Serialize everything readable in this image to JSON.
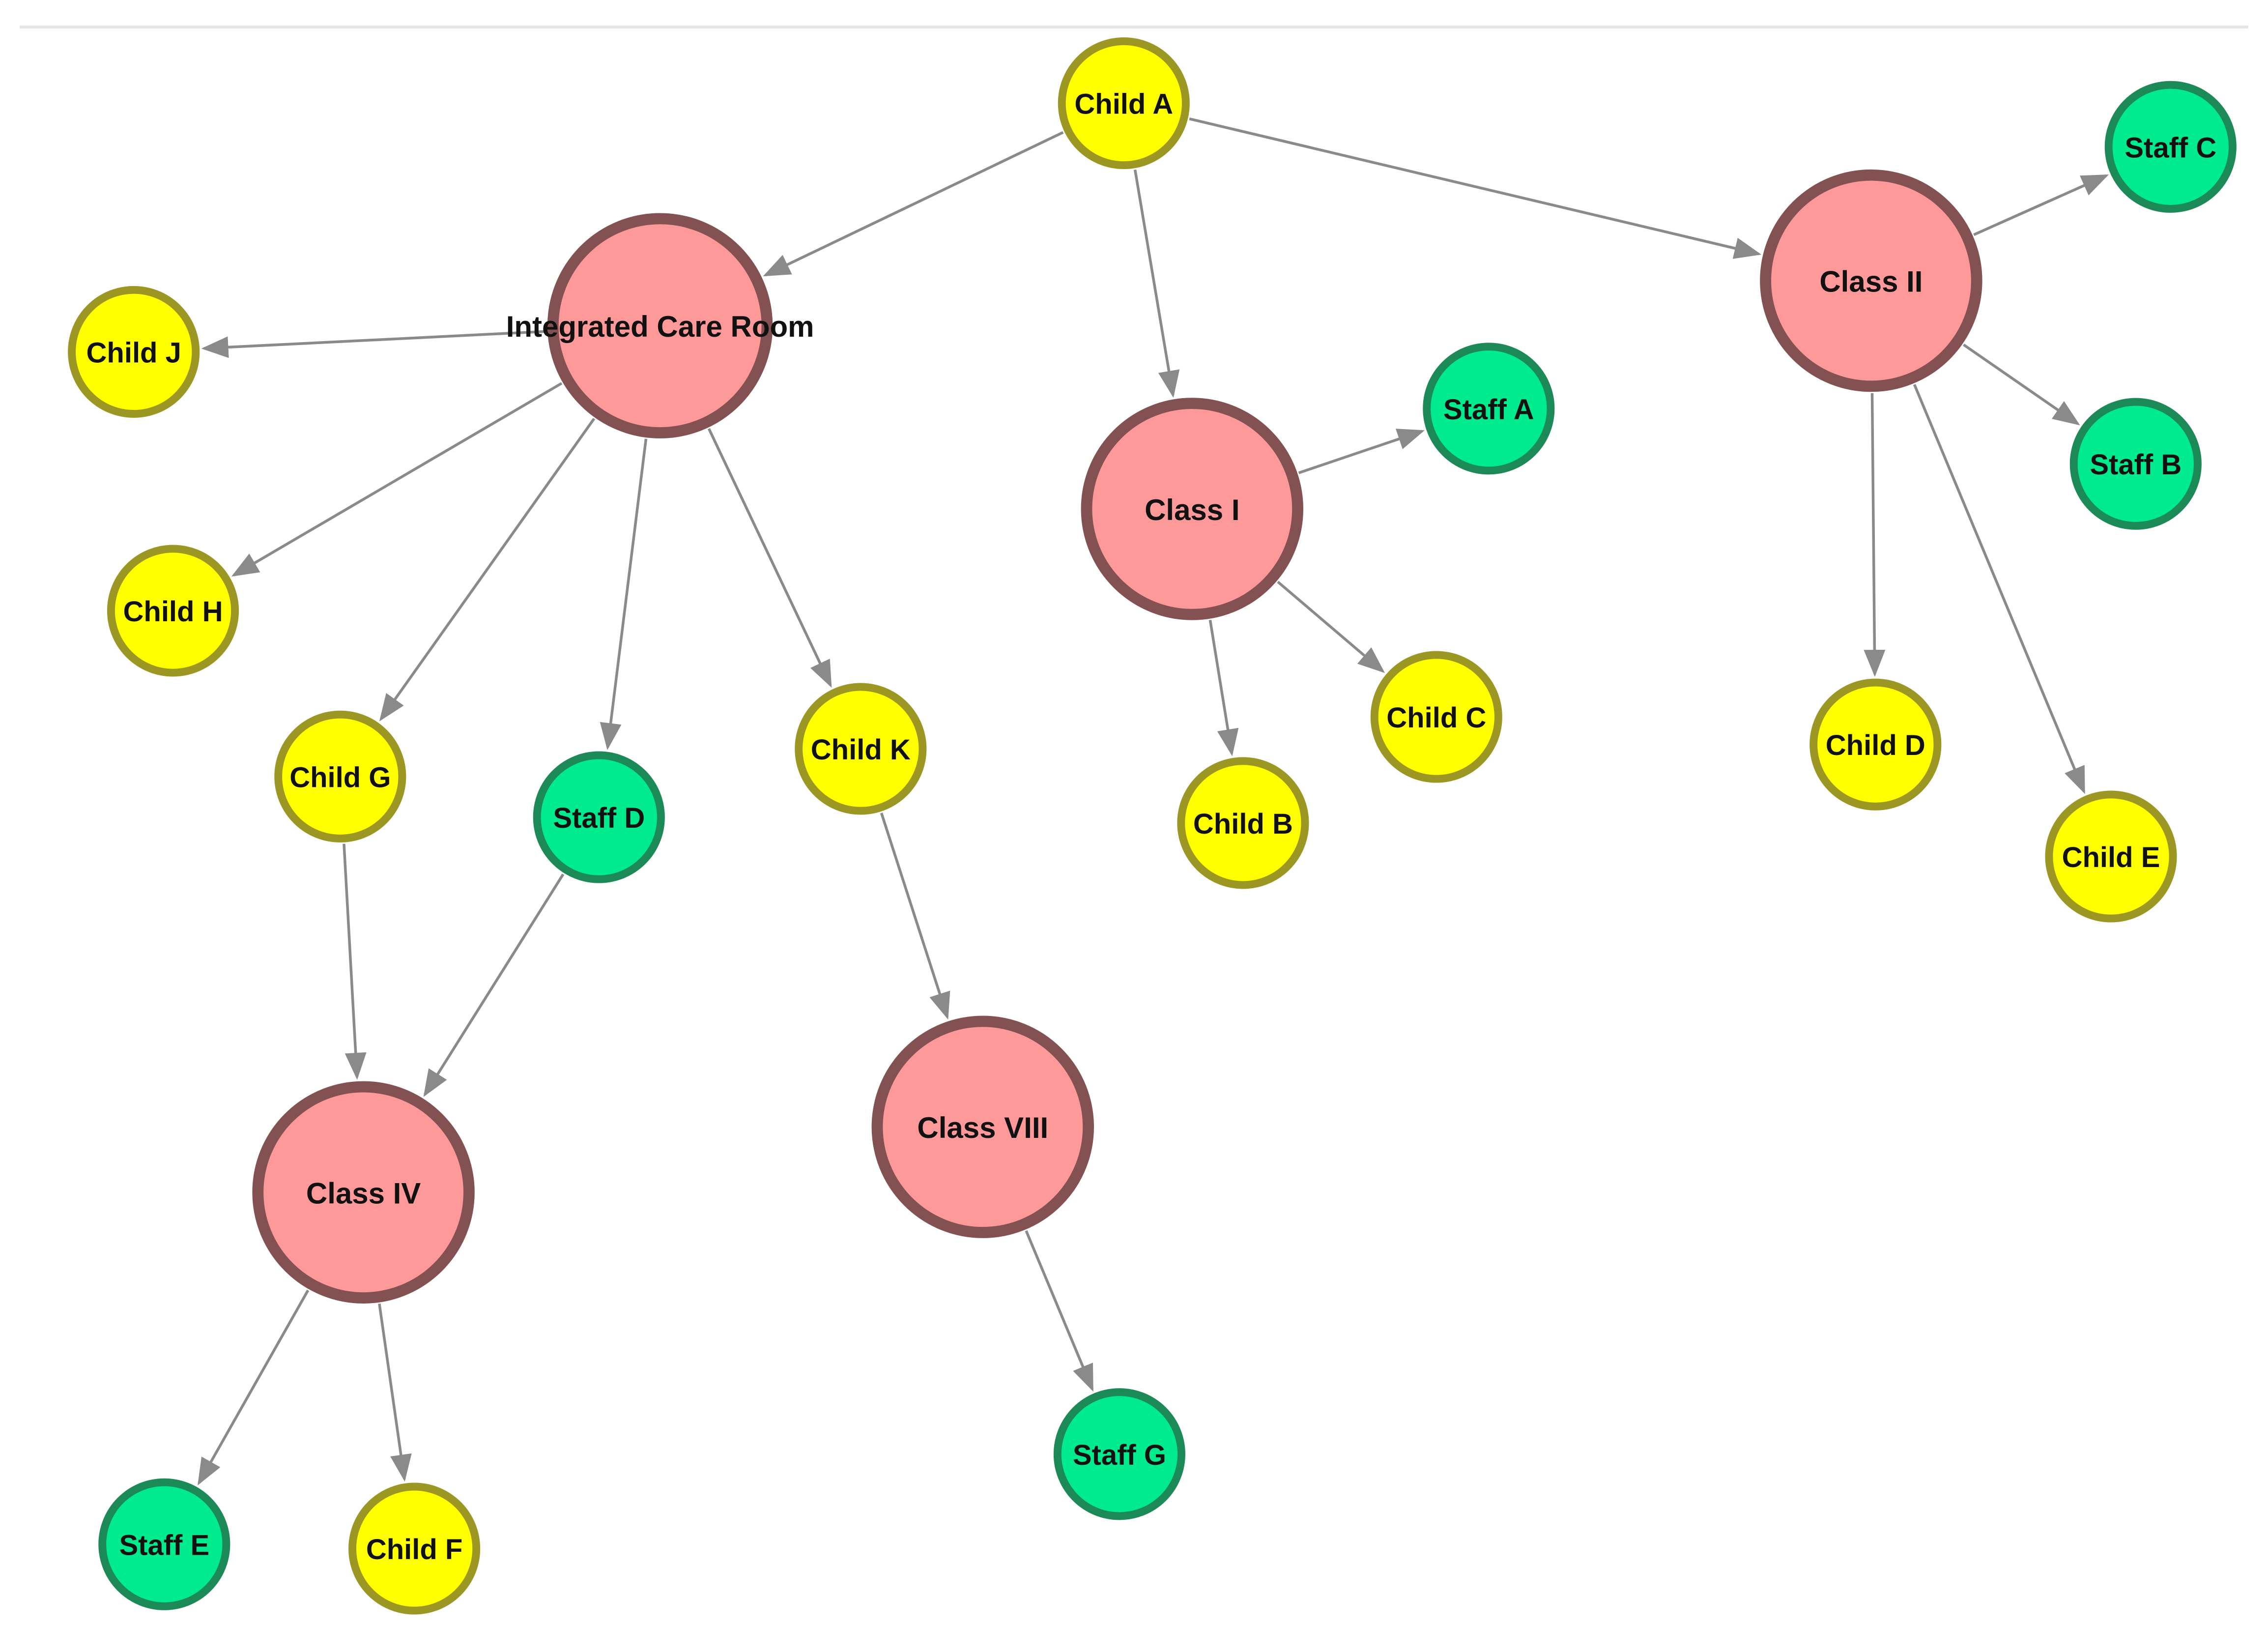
{
  "colors": {
    "room_fill": "#fe9999",
    "room_stroke": "#835151",
    "child_fill": "#ffff00",
    "child_stroke": "#9c9722",
    "staff_fill": "#00ea8e",
    "staff_stroke": "#1c8a57",
    "edge": "#8a8a8a"
  },
  "nodes": [
    {
      "id": "child-a",
      "label": "Child A",
      "kind": "child"
    },
    {
      "id": "integrated-care-room",
      "label": "Integrated Care Room",
      "kind": "room"
    },
    {
      "id": "class-i",
      "label": "Class I",
      "kind": "room"
    },
    {
      "id": "class-ii",
      "label": "Class II",
      "kind": "room"
    },
    {
      "id": "class-iv",
      "label": "Class IV",
      "kind": "room"
    },
    {
      "id": "class-viii",
      "label": "Class VIII",
      "kind": "room"
    },
    {
      "id": "child-b",
      "label": "Child B",
      "kind": "child"
    },
    {
      "id": "child-c",
      "label": "Child C",
      "kind": "child"
    },
    {
      "id": "child-d",
      "label": "Child D",
      "kind": "child"
    },
    {
      "id": "child-e",
      "label": "Child E",
      "kind": "child"
    },
    {
      "id": "child-f",
      "label": "Child F",
      "kind": "child"
    },
    {
      "id": "child-g",
      "label": "Child G",
      "kind": "child"
    },
    {
      "id": "child-h",
      "label": "Child H",
      "kind": "child"
    },
    {
      "id": "child-j",
      "label": "Child J",
      "kind": "child"
    },
    {
      "id": "child-k",
      "label": "Child K",
      "kind": "child"
    },
    {
      "id": "staff-a",
      "label": "Staff A",
      "kind": "staff"
    },
    {
      "id": "staff-b",
      "label": "Staff B",
      "kind": "staff"
    },
    {
      "id": "staff-c",
      "label": "Staff C",
      "kind": "staff"
    },
    {
      "id": "staff-d",
      "label": "Staff D",
      "kind": "staff"
    },
    {
      "id": "staff-e",
      "label": "Staff E",
      "kind": "staff"
    },
    {
      "id": "staff-g",
      "label": "Staff G",
      "kind": "staff"
    }
  ],
  "edges": [
    {
      "from": "child-a",
      "to": "integrated-care-room"
    },
    {
      "from": "child-a",
      "to": "class-i"
    },
    {
      "from": "child-a",
      "to": "class-ii"
    },
    {
      "from": "integrated-care-room",
      "to": "child-j"
    },
    {
      "from": "integrated-care-room",
      "to": "child-h"
    },
    {
      "from": "integrated-care-room",
      "to": "child-g"
    },
    {
      "from": "integrated-care-room",
      "to": "staff-d"
    },
    {
      "from": "integrated-care-room",
      "to": "child-k"
    },
    {
      "from": "class-i",
      "to": "staff-a"
    },
    {
      "from": "class-i",
      "to": "child-c"
    },
    {
      "from": "class-i",
      "to": "child-b"
    },
    {
      "from": "class-ii",
      "to": "staff-c"
    },
    {
      "from": "class-ii",
      "to": "staff-b"
    },
    {
      "from": "class-ii",
      "to": "child-d"
    },
    {
      "from": "class-ii",
      "to": "child-e"
    },
    {
      "from": "child-g",
      "to": "class-iv"
    },
    {
      "from": "staff-d",
      "to": "class-iv"
    },
    {
      "from": "child-k",
      "to": "class-viii"
    },
    {
      "from": "class-iv",
      "to": "staff-e"
    },
    {
      "from": "class-iv",
      "to": "child-f"
    },
    {
      "from": "class-viii",
      "to": "staff-g"
    }
  ]
}
